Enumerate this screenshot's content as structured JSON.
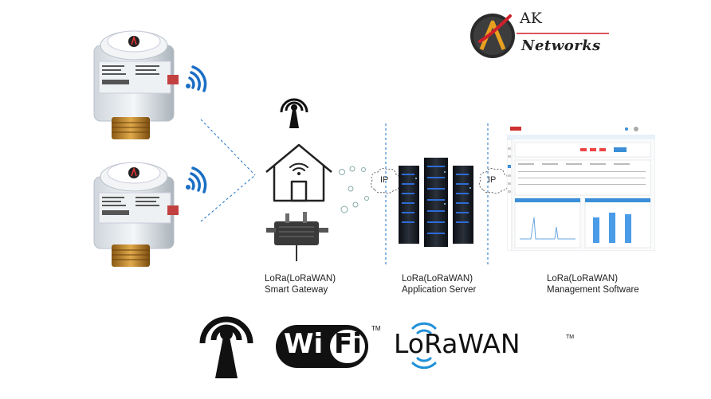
{
  "brand": {
    "logo_letter": "A",
    "name_top": "AK",
    "name_bottom": "Networks",
    "color_red": "#d0202a",
    "color_gold": "#e8a020"
  },
  "nodes": {
    "gateway": {
      "line1": "LoRa(LoRaWAN)",
      "line2": "Smart Gateway"
    },
    "server": {
      "line1": "LoRa(LoRaWAN)",
      "line2": "Application Server"
    },
    "software": {
      "line1": "LoRa(LoRaWAN)",
      "line2": "Management Software"
    }
  },
  "links": {
    "ip1": "IP",
    "ip2": "IP"
  },
  "footer_logos": {
    "wifi_wi": "Wi",
    "wifi_fi": "Fi",
    "wifi_tm": "TM",
    "lorawan": "LoRaWAN",
    "lorawan_tm": "TM"
  },
  "icons": [
    "water-meter-icon",
    "wireless-signal-icon",
    "radio-tower-icon",
    "smart-home-icon",
    "gateway-device-icon",
    "server-rack-icon",
    "dashboard-screenshot-icon"
  ],
  "colors": {
    "blue": "#1a6fc4",
    "lora_blue": "#2090d8"
  }
}
